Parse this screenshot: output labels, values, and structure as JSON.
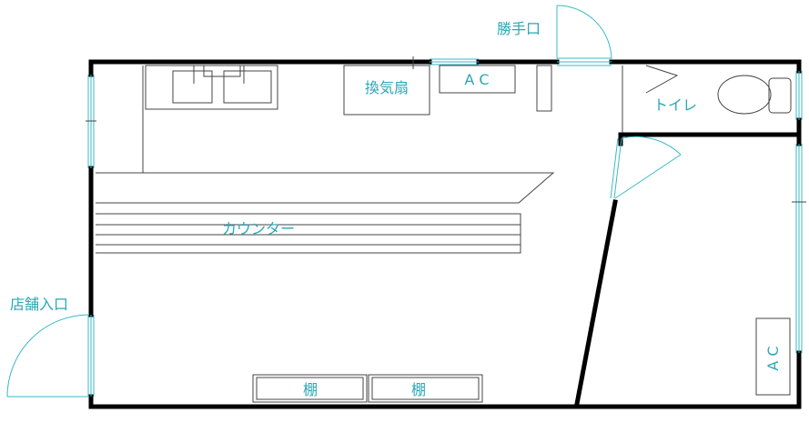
{
  "labels": {
    "back_door": "勝手口",
    "store_entrance": "店舗入口",
    "ventilation_fan": "換気扇",
    "ac_top": "A C",
    "toilet": "トイレ",
    "counter": "カウンター",
    "shelf_1": "棚",
    "shelf_2": "棚",
    "ac_right": "A C"
  },
  "colors": {
    "label": "#2aa7b6",
    "wall": "#000000",
    "fixture_line": "#444444",
    "opening": "#39b9c6"
  }
}
